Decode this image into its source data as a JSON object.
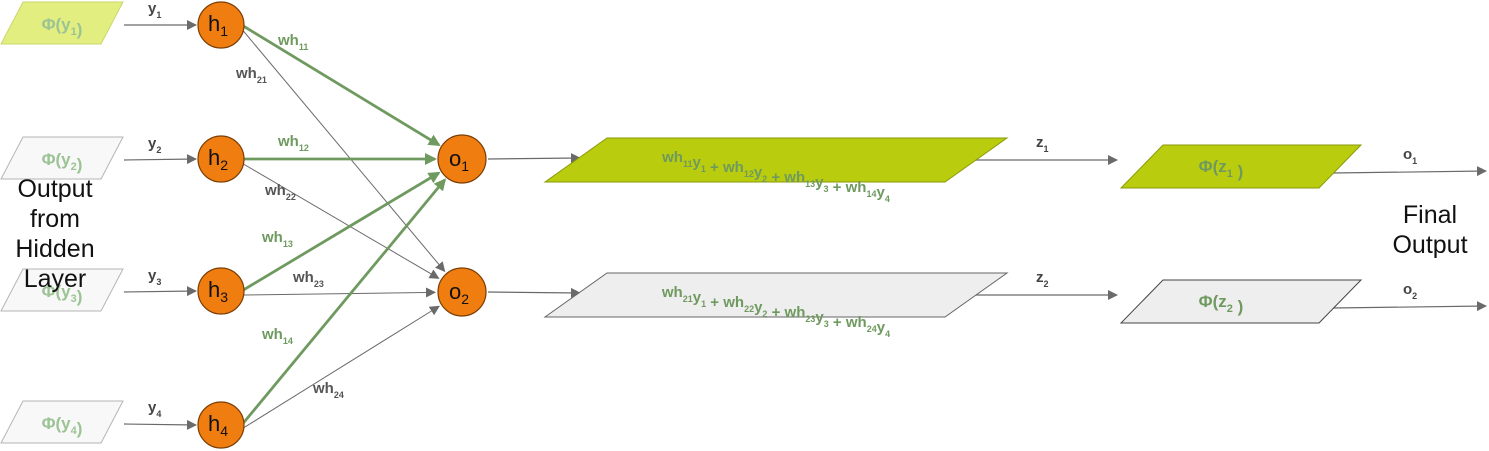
{
  "colors": {
    "node_fill": "#ef7d10",
    "node_stroke": "#7a3d06",
    "accent_green": "#6f9a5f",
    "lime_fill": "#b9cc0d",
    "lime_light_fill": "#e3ee80",
    "gray_fill": "#eeeeee",
    "gray_stroke": "#999999",
    "arrow_gray": "#6a6a6a",
    "faded_text": "#9bc394"
  },
  "inputs": [
    {
      "phi": "Φ(y",
      "sub": "1",
      "close": ")",
      "style": "lime-light"
    },
    {
      "phi": "Φ(y",
      "sub": "2",
      "close": ")",
      "style": "gray"
    },
    {
      "phi": "Φ(y",
      "sub": "3",
      "close": ")",
      "style": "gray"
    },
    {
      "phi": "Φ(y",
      "sub": "4",
      "close": ")",
      "style": "gray"
    }
  ],
  "input_arrow_labels": [
    {
      "base": "y",
      "sub": "1"
    },
    {
      "base": "y",
      "sub": "2"
    },
    {
      "base": "y",
      "sub": "3"
    },
    {
      "base": "y",
      "sub": "4"
    }
  ],
  "hidden_nodes": [
    {
      "base": "h",
      "sub": "1"
    },
    {
      "base": "h",
      "sub": "2"
    },
    {
      "base": "h",
      "sub": "3"
    },
    {
      "base": "h",
      "sub": "4"
    }
  ],
  "output_nodes": [
    {
      "base": "o",
      "sub": "1"
    },
    {
      "base": "o",
      "sub": "2"
    }
  ],
  "weights": [
    {
      "base": "wh",
      "sub": "11",
      "emphasis": true
    },
    {
      "base": "wh",
      "sub": "21",
      "emphasis": false
    },
    {
      "base": "wh",
      "sub": "12",
      "emphasis": true
    },
    {
      "base": "wh",
      "sub": "22",
      "emphasis": false
    },
    {
      "base": "wh",
      "sub": "13",
      "emphasis": true
    },
    {
      "base": "wh",
      "sub": "23",
      "emphasis": false
    },
    {
      "base": "wh",
      "sub": "14",
      "emphasis": true
    },
    {
      "base": "wh",
      "sub": "24",
      "emphasis": false
    }
  ],
  "sums": [
    {
      "style": "lime",
      "terms": [
        {
          "wsub": "11",
          "ysub": "1"
        },
        {
          "wsub": "12",
          "ysub": "2"
        },
        {
          "wsub": "13",
          "ysub": "3"
        },
        {
          "wsub": "14",
          "ysub": "4"
        }
      ]
    },
    {
      "style": "gray",
      "terms": [
        {
          "wsub": "21",
          "ysub": "1"
        },
        {
          "wsub": "22",
          "ysub": "2"
        },
        {
          "wsub": "23",
          "ysub": "3"
        },
        {
          "wsub": "24",
          "ysub": "4"
        }
      ]
    }
  ],
  "z_labels": [
    {
      "base": "z",
      "sub": "1"
    },
    {
      "base": "z",
      "sub": "2"
    }
  ],
  "activations": [
    {
      "phi": "Φ(z",
      "sub": "1",
      "close": " )",
      "style": "lime"
    },
    {
      "phi": "Φ(z",
      "sub": "2",
      "close": " )",
      "style": "gray"
    }
  ],
  "final_labels": [
    {
      "base": "o",
      "sub": "1"
    },
    {
      "base": "o",
      "sub": "2"
    }
  ],
  "text": {
    "hidden_output_lines": [
      "Output",
      "from",
      "Hidden",
      "Layer"
    ],
    "final_output_lines": [
      "Final",
      "Output"
    ]
  }
}
